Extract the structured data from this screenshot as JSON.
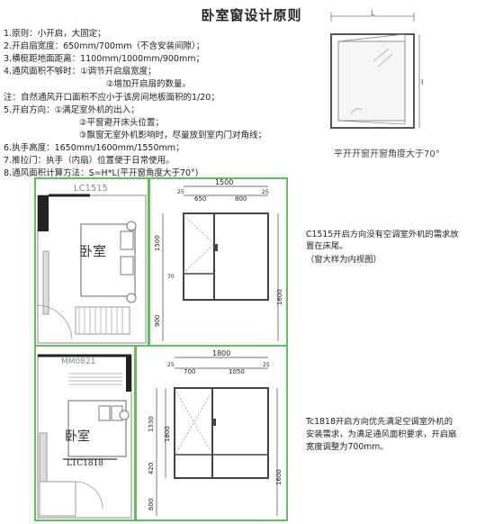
{
  "title": "卧室窗设计原则",
  "rules": [
    "1.原则：小开启，大固定；",
    "2.开启扇宽度：650mm/700mm（不含安装间隙）；",
    "3.横梃距地面距离：1100mm/1000mm/900mm；",
    "4.通风面积不够时：①调节开启扇宽度；",
    "②增加开启扇的数量。",
    "注：自然通风开口面积不应小于该房间地板面积的1/20；",
    "5.开启方向：①满足室外机的出入；",
    "②平窗避开床头位置；",
    "③飘窗无室外机影响时，尽量放到室内门对角线；",
    "6.执手高度：1650mm/1600mm/1550mm；",
    "7.推拉门：执手（内扇）位置便于日常使用。",
    "8.通风面积计算方法：S=H*L(平开窗角度大于70°)"
  ],
  "diagram_top": {
    "caption": "平开开窗开窗角度大于70°",
    "label_L": "L",
    "label_H": "H"
  },
  "block1": {
    "plan_code": "LC1515",
    "room_label": "卧室",
    "dim_total_w": "1500",
    "dim_seg1": "25",
    "dim_seg2": "650",
    "dim_seg3": "800",
    "dim_seg4": "25",
    "dim_h_upper": "1500",
    "dim_h_mid": "70",
    "dim_h_lower": "900",
    "dim_h_total": "1600",
    "note_line1": "C1515开启方向没有空调室外机的需求放",
    "note_line2": "置在床尾。",
    "note_line3": "（窗大样为内视图）"
  },
  "block2": {
    "plan_code_top": "MM0821",
    "plan_code_bottom": "LTC1818",
    "room_label": "卧室",
    "dim_total_w": "1800",
    "dim_seg1": "25",
    "dim_seg2": "700",
    "dim_seg3": "1050",
    "dim_seg4": "25",
    "dim_h_upper": "1330",
    "dim_h_total1": "1800",
    "dim_h_mid": "420",
    "dim_h_lower": "600",
    "dim_h_total": "1600",
    "note_line1": "Tc1818开启方向优先满足空调室外机的",
    "note_line2": "安装需求，为满足通风面积要求，开启扇",
    "note_line3": "宽度调整为700mm。"
  }
}
